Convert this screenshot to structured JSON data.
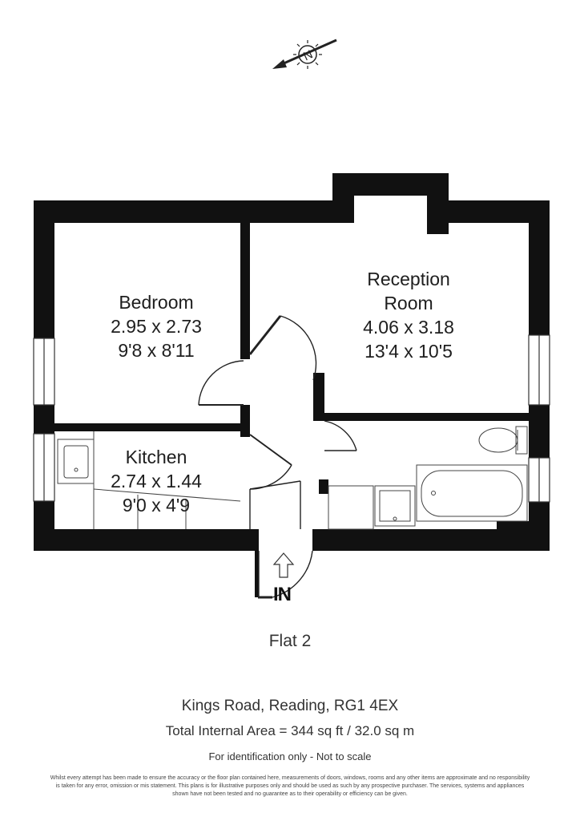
{
  "compass": {
    "letter": "N",
    "icon": "compass-north-icon"
  },
  "rooms": [
    {
      "id": "bedroom",
      "name": "Bedroom",
      "metric": "2.95 x 2.73",
      "imperial": "9'8 x 8'11"
    },
    {
      "id": "reception",
      "name_line1": "Reception",
      "name_line2": "Room",
      "metric": "4.06 x 3.18",
      "imperial": "13'4 x 10'5"
    },
    {
      "id": "kitchen",
      "name": "Kitchen",
      "metric": "2.74 x 1.44",
      "imperial": "9'0 x 4'9"
    }
  ],
  "entrance": {
    "label": "IN",
    "icon": "entrance-arrow-icon"
  },
  "footer": {
    "flat_title": "Flat 2",
    "address": "Kings Road, Reading, RG1 4EX",
    "total_area": "Total Internal Area = 344 sq ft / 32.0 sq m",
    "identification": "For identification only - Not to scale",
    "disclaimer": "Whilst every attempt has been made to ensure the accuracy or the floor plan contained here, measurements of doors, windows, rooms and any other items are approximate and no responsibility is taken for any error, omission or mis statement. This plans is for illustrative purposes only and should be used as such by any prospective purchaser. The services, systems and appliances shown have not been tested and no guarantee as to their operability or efficiency can be given."
  },
  "colors": {
    "wall": "#111111",
    "line": "#222222",
    "background": "#ffffff"
  }
}
